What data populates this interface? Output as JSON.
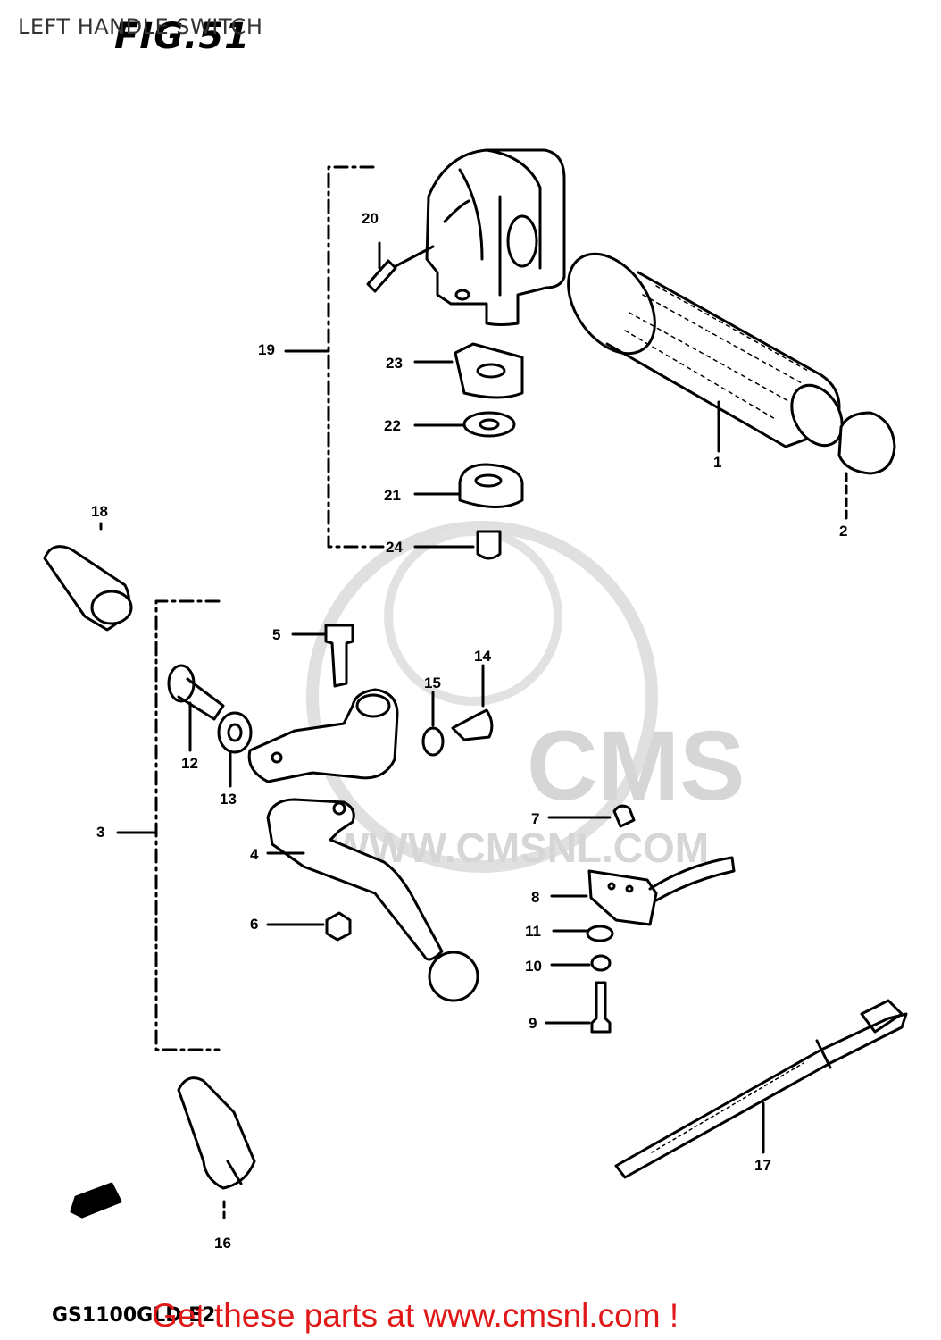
{
  "header": {
    "page_title": "LEFT HANDLE SWITCH",
    "figure_number": "FIG.51"
  },
  "footer": {
    "model_code": "GS1100GLD E2",
    "promo_text": "Get these parts at www.cmsnl.com !"
  },
  "watermark": {
    "brand": "CMS",
    "url": "WWW.CMSNL.COM"
  },
  "parts": [
    {
      "id": "part-1",
      "number": "1"
    },
    {
      "id": "part-2",
      "number": "2"
    },
    {
      "id": "part-3",
      "number": "3"
    },
    {
      "id": "part-4",
      "number": "4"
    },
    {
      "id": "part-5",
      "number": "5"
    },
    {
      "id": "part-6",
      "number": "6"
    },
    {
      "id": "part-7",
      "number": "7"
    },
    {
      "id": "part-8",
      "number": "8"
    },
    {
      "id": "part-9",
      "number": "9"
    },
    {
      "id": "part-10",
      "number": "10"
    },
    {
      "id": "part-11",
      "number": "11"
    },
    {
      "id": "part-12",
      "number": "12"
    },
    {
      "id": "part-13",
      "number": "13"
    },
    {
      "id": "part-14",
      "number": "14"
    },
    {
      "id": "part-15",
      "number": "15"
    },
    {
      "id": "part-16",
      "number": "16"
    },
    {
      "id": "part-17",
      "number": "17"
    },
    {
      "id": "part-18",
      "number": "18"
    },
    {
      "id": "part-19",
      "number": "19"
    },
    {
      "id": "part-20",
      "number": "20"
    },
    {
      "id": "part-21",
      "number": "21"
    },
    {
      "id": "part-22",
      "number": "22"
    },
    {
      "id": "part-23",
      "number": "23"
    },
    {
      "id": "part-24",
      "number": "24"
    }
  ],
  "colors": {
    "line": "#000000",
    "promo": "#e01818",
    "watermark": "#d6d6d6"
  }
}
